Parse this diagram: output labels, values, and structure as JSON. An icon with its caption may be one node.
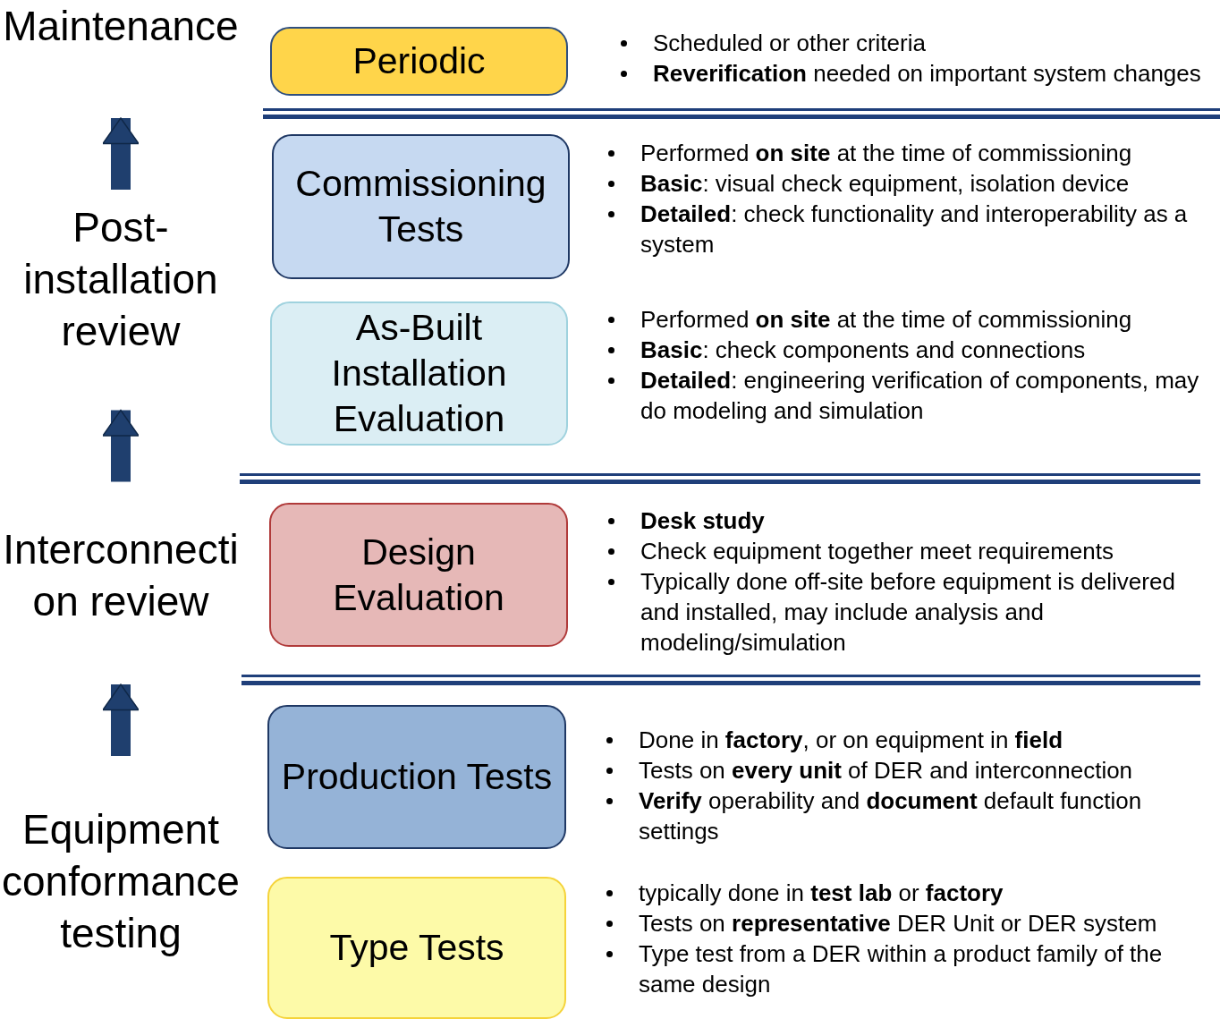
{
  "diagram": {
    "nodes": [
      {
        "text": [
          "Maintenance"
        ]
      },
      {
        "text": [
          "Post-installation review"
        ]
      },
      {
        "text": [
          "Interconnection review"
        ]
      },
      {
        "text": [
          "Equipment conformance testing"
        ]
      },
      {
        "text": [
          "Periodic"
        ],
        "beside": [
          "Scheduled or other criteria",
          "**Reverification** needed on important system changes"
        ]
      },
      {
        "text": [
          "Commissioning Tests"
        ],
        "beside": [
          "Performed **on site** at the time of commissioning",
          "**Basic**: visual check equipment, isolation device",
          "**Detailed**: check functionality and interoperability as a system"
        ]
      },
      {
        "text": [
          "As-Built Installation Evaluation"
        ],
        "beside": [
          "Performed **on site** at the time of commissioning",
          "**Basic**: check components and connections",
          "**Detailed**: engineering verification of components, may do modeling and simulation"
        ]
      },
      {
        "text": [
          "Design Evaluation"
        ],
        "beside": [
          "**Desk study**",
          "Check equipment together meet requirements",
          "Typically done off-site before equipment is delivered and installed, may include analysis and modeling/simulation"
        ]
      },
      {
        "text": [
          "Production Tests"
        ],
        "beside": [
          "Done in **factory**, or on equipment in **field**",
          "Tests on **every unit** of DER and interconnection",
          "**Verify** operability and **document** default function settings"
        ]
      },
      {
        "text": [
          "Type Tests"
        ],
        "beside": [
          "typically done in **test lab** or **factory**",
          "Tests on **representative** DER Unit or DER system",
          "Type test from a DER within a product family of the same design"
        ]
      }
    ],
    "edges": [
      {
        "from": 1,
        "to": 0,
        "arrow": "to"
      },
      {
        "from": 2,
        "to": 1,
        "arrow": "to"
      },
      {
        "from": 3,
        "to": 2,
        "arrow": "to"
      }
    ]
  }
}
